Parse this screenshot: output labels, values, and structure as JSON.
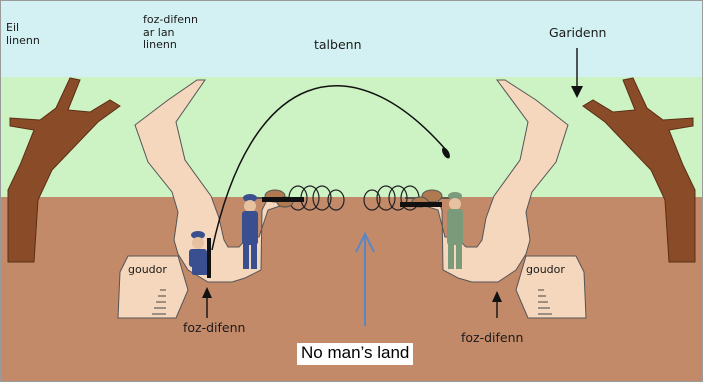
{
  "labels": {
    "front_line": "Eil\nlinenn",
    "support_line": "foz-difenn\nar lan\nlinenn",
    "artillery": "talbenn",
    "sentinel": "Garidenn",
    "shelter_left": "goudor",
    "shelter_right": "goudor",
    "trench_left": "foz-difenn",
    "trench_right": "foz-difenn",
    "no_mans_land": "No man’s land"
  },
  "colors": {
    "sky": "#d3f1f2",
    "grass": "#cdf3c5",
    "earth": "#c38a6a",
    "trench": "#f5d7bd",
    "tree": "#8a4b28",
    "arrow_blue": "#5b86c6",
    "soldier_left": "#3a4f8f",
    "soldier_right": "#7a9a7a"
  }
}
